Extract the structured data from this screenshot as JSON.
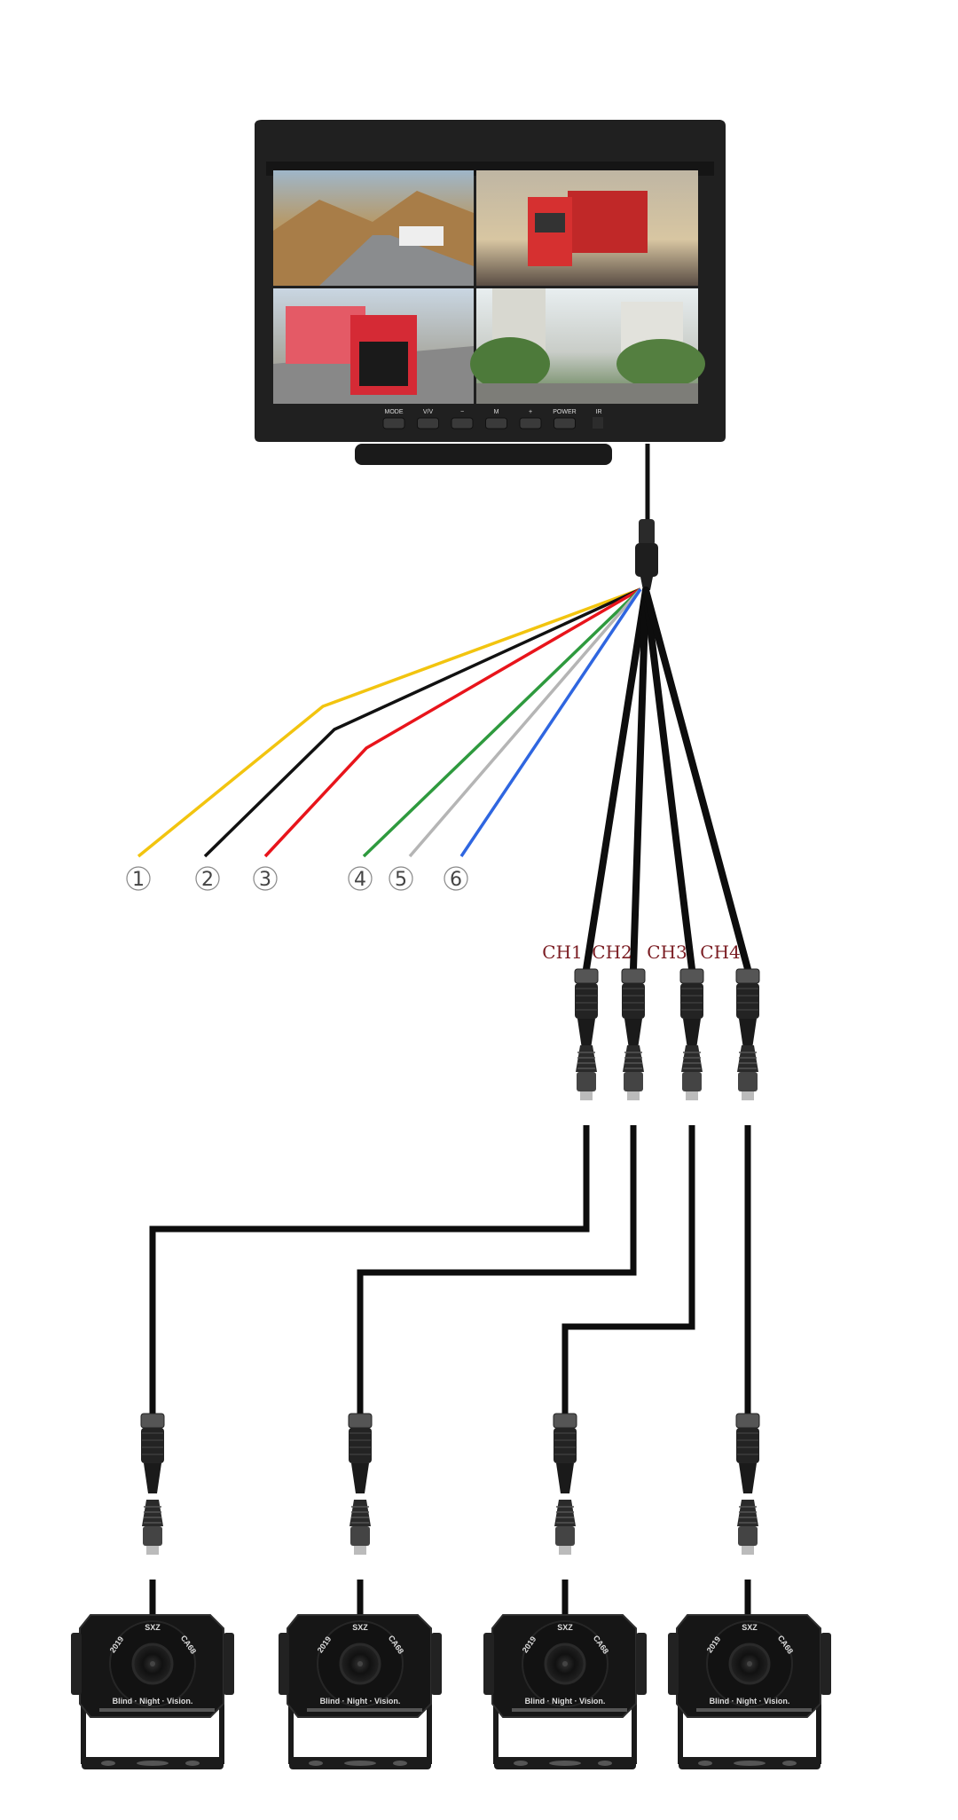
{
  "monitor": {
    "buttons": [
      "MODE",
      "V/V",
      "−",
      "M",
      "+",
      "POWER",
      "IR"
    ],
    "quad_views": [
      "desert-road-motorhome",
      "red-truck-front",
      "red-truck-side",
      "city-street"
    ]
  },
  "wires": [
    {
      "number": "1",
      "color": "#f2c40f"
    },
    {
      "number": "2",
      "color": "#111111"
    },
    {
      "number": "3",
      "color": "#e8141b"
    },
    {
      "number": "4",
      "color": "#2e9a3e"
    },
    {
      "number": "5",
      "color": "#b5b5b5"
    },
    {
      "number": "6",
      "color": "#2f66e0"
    }
  ],
  "channels": [
    "CH1",
    "CH2",
    "CH3",
    "CH4"
  ],
  "camera": {
    "brand": "SXZ",
    "year": "2019",
    "model": "CA68",
    "slogan": "Blind · Night · Vision."
  }
}
